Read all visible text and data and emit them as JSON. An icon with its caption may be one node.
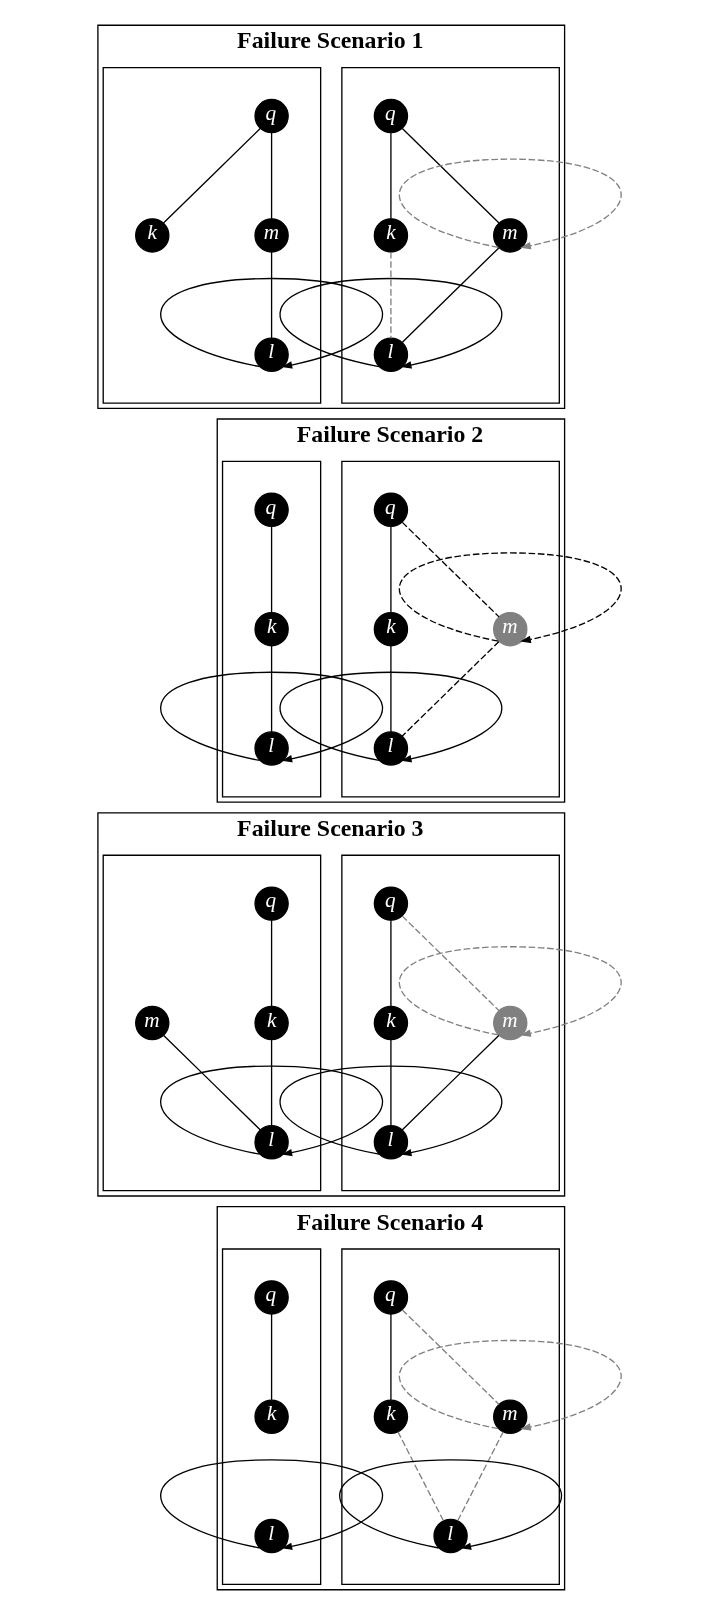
{
  "diagram": {
    "nodes": [
      {
        "text": [
          "Failure Scenario 1"
        ]
      },
      {
        "text": [],
        "shape": "box",
        "in": 0
      },
      {
        "text": [
          "q"
        ],
        "in": 1
      },
      {
        "text": [
          "k"
        ],
        "in": 1
      },
      {
        "text": [
          "m"
        ],
        "in": 1
      },
      {
        "text": [
          "l"
        ],
        "in": 1
      },
      {
        "text": [],
        "shape": "box",
        "in": 0
      },
      {
        "text": [
          "q"
        ],
        "in": 6
      },
      {
        "text": [
          "k"
        ],
        "in": 6
      },
      {
        "text": [
          "m"
        ],
        "in": 6
      },
      {
        "text": [
          "l"
        ],
        "in": 6
      },
      {
        "text": [
          "Failure Scenario 2"
        ]
      },
      {
        "text": [],
        "shape": "box",
        "in": 11
      },
      {
        "text": [
          "q"
        ],
        "in": 12
      },
      {
        "text": [
          "k"
        ],
        "in": 12
      },
      {
        "text": [
          "m"
        ],
        "in": 12
      },
      {
        "text": [
          "l"
        ],
        "in": 12
      },
      {
        "text": [],
        "shape": "box",
        "in": 11
      },
      {
        "text": [
          "q"
        ],
        "in": 17
      },
      {
        "text": [
          "k"
        ],
        "in": 17
      },
      {
        "text": [
          "l"
        ],
        "in": 17
      },
      {
        "text": [
          "Failure Scenario 3"
        ]
      },
      {
        "text": [],
        "shape": "box",
        "in": 21
      },
      {
        "text": [
          "q"
        ],
        "in": 22
      },
      {
        "text": [
          "k"
        ],
        "in": 22
      },
      {
        "text": [
          "m"
        ],
        "in": 22
      },
      {
        "text": [
          "l"
        ],
        "in": 22
      },
      {
        "text": [],
        "shape": "box",
        "in": 21
      },
      {
        "text": [
          "q"
        ],
        "in": 27
      },
      {
        "text": [
          "k"
        ],
        "in": 27
      },
      {
        "text": [
          "m"
        ],
        "in": 27
      },
      {
        "text": [
          "l"
        ],
        "in": 27
      },
      {
        "text": [
          "Failure Scenario 4"
        ]
      },
      {
        "text": [],
        "shape": "box",
        "in": 32
      },
      {
        "text": [
          "q"
        ],
        "in": 33
      },
      {
        "text": [
          "k"
        ],
        "in": 33
      },
      {
        "text": [
          "m"
        ],
        "in": 33
      },
      {
        "text": [
          "l"
        ],
        "in": 33
      },
      {
        "text": [],
        "shape": "box",
        "in": 32
      },
      {
        "text": [
          "q"
        ],
        "in": 38
      },
      {
        "text": [
          "k"
        ],
        "in": 38
      },
      {
        "text": [
          "l"
        ],
        "in": 38
      }
    ],
    "edges": [
      {
        "from": 2,
        "to": 3,
        "arrow": "none"
      },
      {
        "from": 2,
        "to": 4,
        "arrow": "none"
      },
      {
        "from": 4,
        "to": 4,
        "arrow": "to",
        "style": "dashed",
        "color": "#808080"
      },
      {
        "from": 3,
        "to": 5,
        "arrow": "none",
        "style": "dashed",
        "color": "#808080"
      },
      {
        "from": 4,
        "to": 5,
        "arrow": "none"
      },
      {
        "from": 5,
        "to": 5,
        "arrow": "to"
      },
      {
        "from": 7,
        "to": 8,
        "arrow": "none"
      },
      {
        "from": 7,
        "to": 9,
        "arrow": "none"
      },
      {
        "from": 9,
        "to": 10,
        "arrow": "none"
      },
      {
        "from": 10,
        "to": 10,
        "arrow": "to"
      },
      {
        "from": 13,
        "to": 14,
        "arrow": "none"
      },
      {
        "from": 13,
        "to": 15,
        "arrow": "none",
        "style": "dashed"
      },
      {
        "from": 15,
        "to": 15,
        "arrow": "to",
        "style": "dashed"
      },
      {
        "from": 14,
        "to": 16,
        "arrow": "none"
      },
      {
        "from": 15,
        "to": 16,
        "arrow": "none",
        "style": "dashed"
      },
      {
        "from": 16,
        "to": 16,
        "arrow": "to"
      },
      {
        "from": 18,
        "to": 19,
        "arrow": "none"
      },
      {
        "from": 19,
        "to": 20,
        "arrow": "none"
      },
      {
        "from": 20,
        "to": 20,
        "arrow": "to"
      },
      {
        "from": 23,
        "to": 24,
        "arrow": "none"
      },
      {
        "from": 23,
        "to": 25,
        "arrow": "none",
        "style": "dashed",
        "color": "#808080"
      },
      {
        "from": 25,
        "to": 25,
        "arrow": "to",
        "style": "dashed",
        "color": "#808080"
      },
      {
        "from": 24,
        "to": 26,
        "arrow": "none"
      },
      {
        "from": 25,
        "to": 26,
        "arrow": "none"
      },
      {
        "from": 26,
        "to": 26,
        "arrow": "to"
      },
      {
        "from": 28,
        "to": 29,
        "arrow": "none"
      },
      {
        "from": 29,
        "to": 31,
        "arrow": "none"
      },
      {
        "from": 30,
        "to": 31,
        "arrow": "none"
      },
      {
        "from": 31,
        "to": 31,
        "arrow": "to"
      },
      {
        "from": 34,
        "to": 35,
        "arrow": "none"
      },
      {
        "from": 34,
        "to": 36,
        "arrow": "none",
        "style": "dashed",
        "color": "#808080"
      },
      {
        "from": 36,
        "to": 36,
        "arrow": "to",
        "style": "dashed",
        "color": "#808080"
      },
      {
        "from": 35,
        "to": 37,
        "arrow": "none",
        "style": "dashed",
        "color": "#808080"
      },
      {
        "from": 36,
        "to": 37,
        "arrow": "none",
        "style": "dashed",
        "color": "#808080"
      },
      {
        "from": 37,
        "to": 37,
        "arrow": "to"
      },
      {
        "from": 39,
        "to": 40,
        "arrow": "none"
      },
      {
        "from": 41,
        "to": 41,
        "arrow": "to"
      }
    ]
  }
}
